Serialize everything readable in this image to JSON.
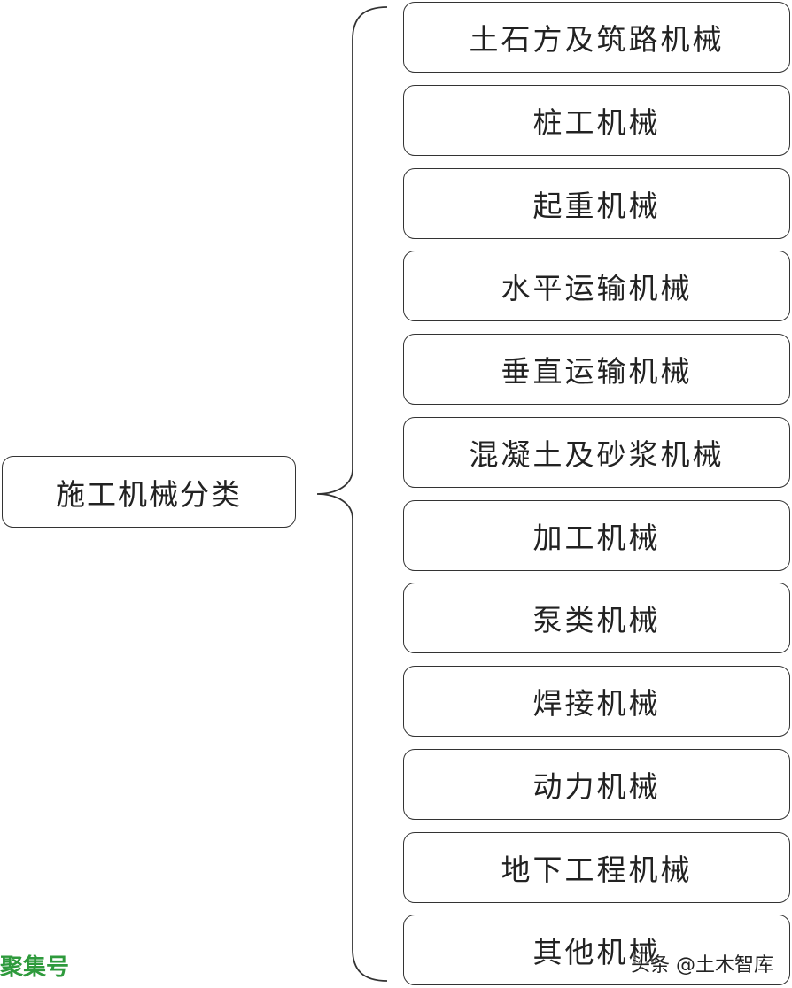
{
  "root": {
    "label": "施工机械分类"
  },
  "items": [
    {
      "label": "土石方及筑路机械"
    },
    {
      "label": "桩工机械"
    },
    {
      "label": "起重机械"
    },
    {
      "label": "水平运输机械"
    },
    {
      "label": "垂直运输机械"
    },
    {
      "label": "混凝土及砂浆机械"
    },
    {
      "label": "加工机械"
    },
    {
      "label": "泵类机械"
    },
    {
      "label": "焊接机械"
    },
    {
      "label": "动力机械"
    },
    {
      "label": "地下工程机械"
    },
    {
      "label": "其他机械"
    }
  ],
  "overlay": {
    "brand": "聚集号",
    "watermark": "头条 @土木智库"
  }
}
